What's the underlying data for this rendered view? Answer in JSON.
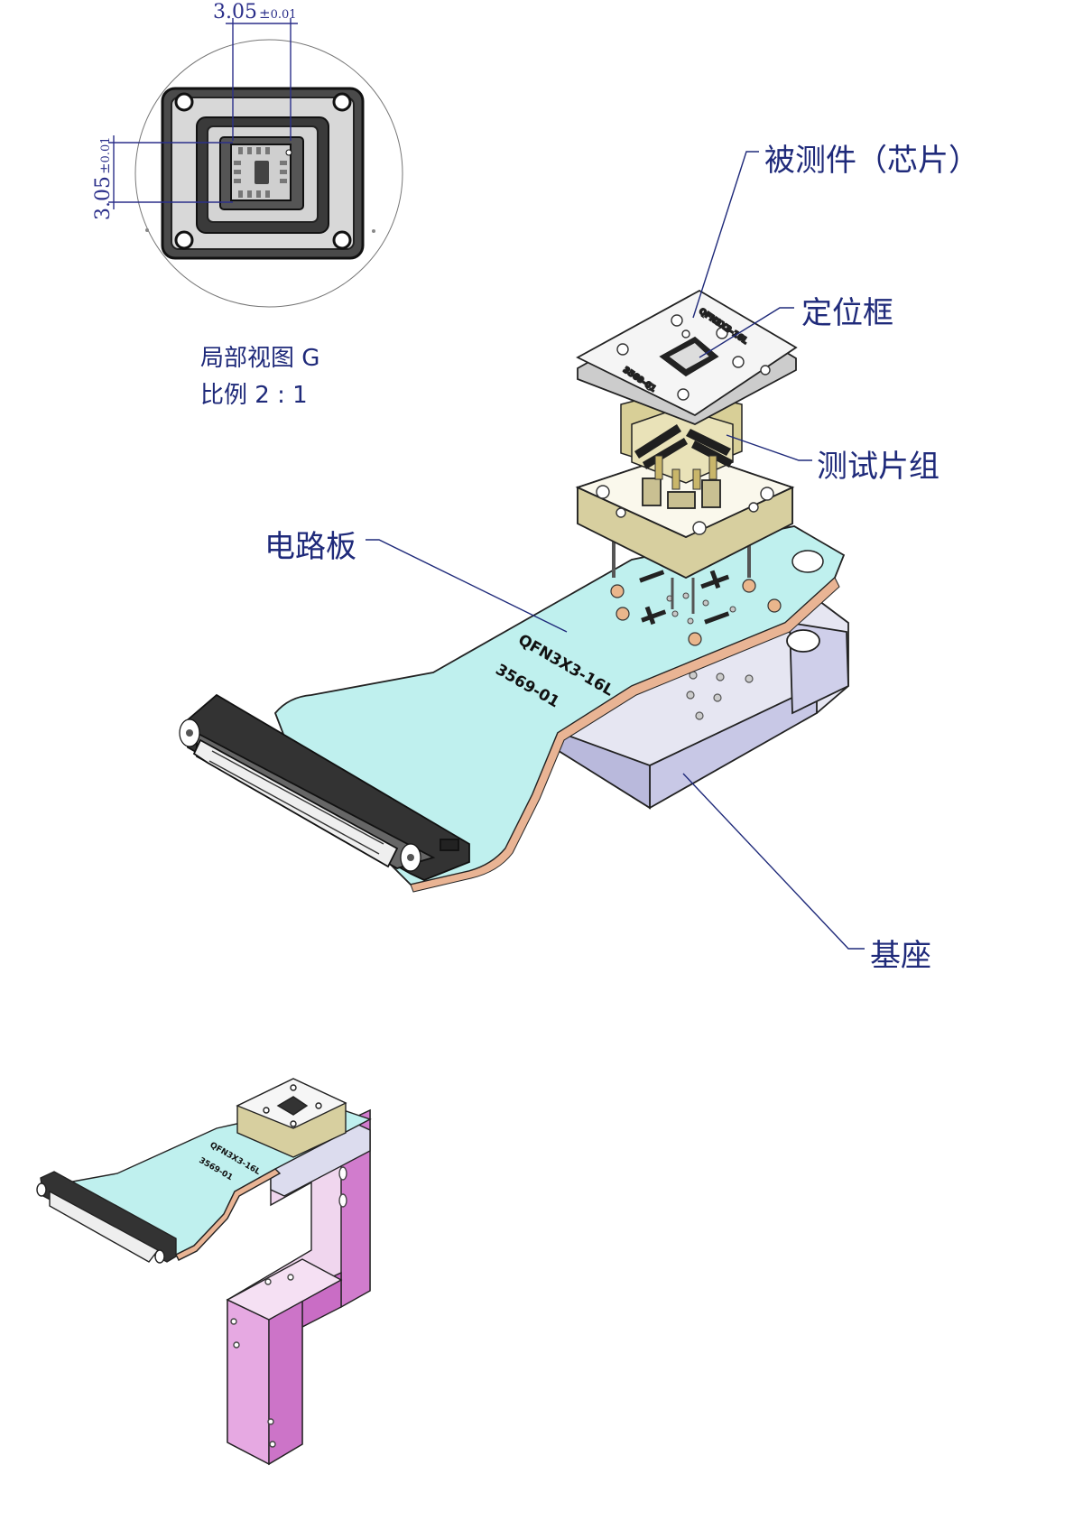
{
  "detail_view": {
    "title": "局部视图 G",
    "scale": "比例 2 : 1",
    "dim_width": "3.05",
    "dim_height": "3.05",
    "dim_tol_sign": "±",
    "dim_tol_value": "0.01"
  },
  "callouts": {
    "chip": "被测件（芯片）",
    "frame": "定位框",
    "pins": "测试片组",
    "pcb": "电路板",
    "base": "基座"
  },
  "board": {
    "model": "QFN3X3-16L",
    "part_no": "3569-01"
  },
  "colors": {
    "pcb": "#bff0ee",
    "base": "#d9d9ee",
    "bracket": "#d98fd6",
    "socket": "#e6e0c2",
    "leader": "#1f2a7a"
  }
}
